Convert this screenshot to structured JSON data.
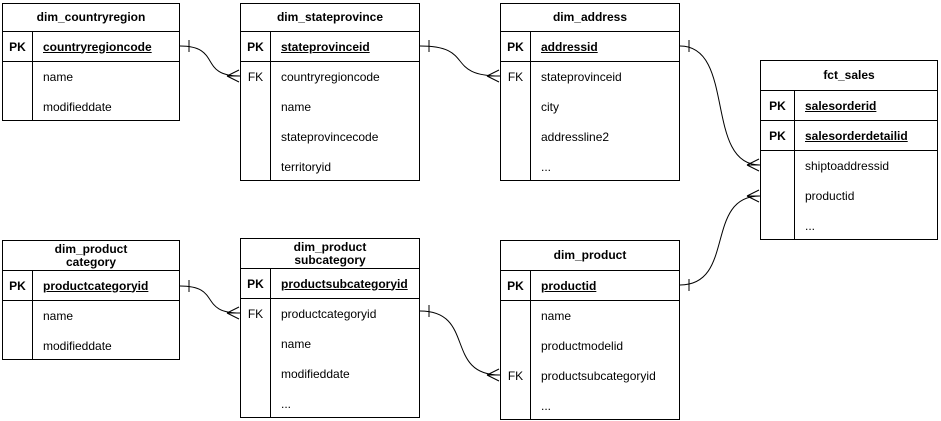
{
  "app": {
    "background_color": "#ffffff",
    "line_color": "#000000",
    "text_color": "#000000"
  },
  "diagram": {
    "tables": [
      {
        "id": "dim_countryregion",
        "title_lines": [
          "dim_countryregion"
        ],
        "rows": [
          {
            "key": "PK",
            "name": "countryregioncode",
            "is_key": true
          },
          {
            "key": "",
            "name": "name",
            "is_key": false
          },
          {
            "key": "",
            "name": "modifieddate",
            "is_key": false
          }
        ]
      },
      {
        "id": "dim_stateprovince",
        "title_lines": [
          "dim_stateprovince"
        ],
        "rows": [
          {
            "key": "PK",
            "name": "stateprovinceid",
            "is_key": true
          },
          {
            "key": "FK",
            "name": "countryregioncode",
            "is_key": false
          },
          {
            "key": "",
            "name": "name",
            "is_key": false
          },
          {
            "key": "",
            "name": "stateprovincecode",
            "is_key": false
          },
          {
            "key": "",
            "name": "territoryid",
            "is_key": false
          }
        ]
      },
      {
        "id": "dim_address",
        "title_lines": [
          "dim_address"
        ],
        "rows": [
          {
            "key": "PK",
            "name": "addressid",
            "is_key": true
          },
          {
            "key": "FK",
            "name": "stateprovinceid",
            "is_key": false
          },
          {
            "key": "",
            "name": "city",
            "is_key": false
          },
          {
            "key": "",
            "name": "addressline2",
            "is_key": false
          },
          {
            "key": "",
            "name": "...",
            "is_key": false
          }
        ]
      },
      {
        "id": "fct_sales",
        "title_lines": [
          "fct_sales"
        ],
        "rows": [
          {
            "key": "PK",
            "name": "salesorderid",
            "is_key": true
          },
          {
            "key": "PK",
            "name": "salesorderdetailid",
            "is_key": true
          },
          {
            "key": "",
            "name": "shiptoaddressid",
            "is_key": false
          },
          {
            "key": "",
            "name": "productid",
            "is_key": false
          },
          {
            "key": "",
            "name": "...",
            "is_key": false
          }
        ]
      },
      {
        "id": "dim_product_category",
        "title_lines": [
          "dim_product",
          "category"
        ],
        "rows": [
          {
            "key": "PK",
            "name": "productcategoryid",
            "is_key": true
          },
          {
            "key": "",
            "name": "name",
            "is_key": false
          },
          {
            "key": "",
            "name": "modifieddate",
            "is_key": false
          }
        ]
      },
      {
        "id": "dim_product_subcategory",
        "title_lines": [
          "dim_product",
          "subcategory"
        ],
        "rows": [
          {
            "key": "PK",
            "name": "productsubcategoryid",
            "is_key": true
          },
          {
            "key": "FK",
            "name": "productcategoryid",
            "is_key": false
          },
          {
            "key": "",
            "name": "name",
            "is_key": false
          },
          {
            "key": "",
            "name": "modifieddate",
            "is_key": false
          },
          {
            "key": "",
            "name": "...",
            "is_key": false
          }
        ]
      },
      {
        "id": "dim_product",
        "title_lines": [
          "dim_product"
        ],
        "rows": [
          {
            "key": "PK",
            "name": "productid",
            "is_key": true
          },
          {
            "key": "",
            "name": "name",
            "is_key": false
          },
          {
            "key": "",
            "name": "productmodelid",
            "is_key": false
          },
          {
            "key": "FK",
            "name": "productsubcategoryid",
            "is_key": false
          },
          {
            "key": "",
            "name": "...",
            "is_key": false
          }
        ]
      }
    ],
    "relationships": [
      {
        "from_table": "dim_countryregion",
        "from_column": "countryregioncode",
        "to_table": "dim_stateprovince",
        "to_column": "countryregioncode",
        "from_cardinality": "one",
        "to_cardinality": "many"
      },
      {
        "from_table": "dim_stateprovince",
        "from_column": "stateprovinceid",
        "to_table": "dim_address",
        "to_column": "stateprovinceid",
        "from_cardinality": "one",
        "to_cardinality": "many"
      },
      {
        "from_table": "dim_address",
        "from_column": "addressid",
        "to_table": "fct_sales",
        "to_column": "shiptoaddressid",
        "from_cardinality": "one",
        "to_cardinality": "many"
      },
      {
        "from_table": "dim_product",
        "from_column": "productid",
        "to_table": "fct_sales",
        "to_column": "productid",
        "from_cardinality": "one",
        "to_cardinality": "many"
      },
      {
        "from_table": "dim_product_category",
        "from_column": "productcategoryid",
        "to_table": "dim_product_subcategory",
        "to_column": "productcategoryid",
        "from_cardinality": "one",
        "to_cardinality": "many"
      },
      {
        "from_table": "dim_product_subcategory",
        "from_column": "productsubcategoryid",
        "to_table": "dim_product",
        "to_column": "productsubcategoryid",
        "from_cardinality": "one",
        "to_cardinality": "many"
      }
    ]
  }
}
